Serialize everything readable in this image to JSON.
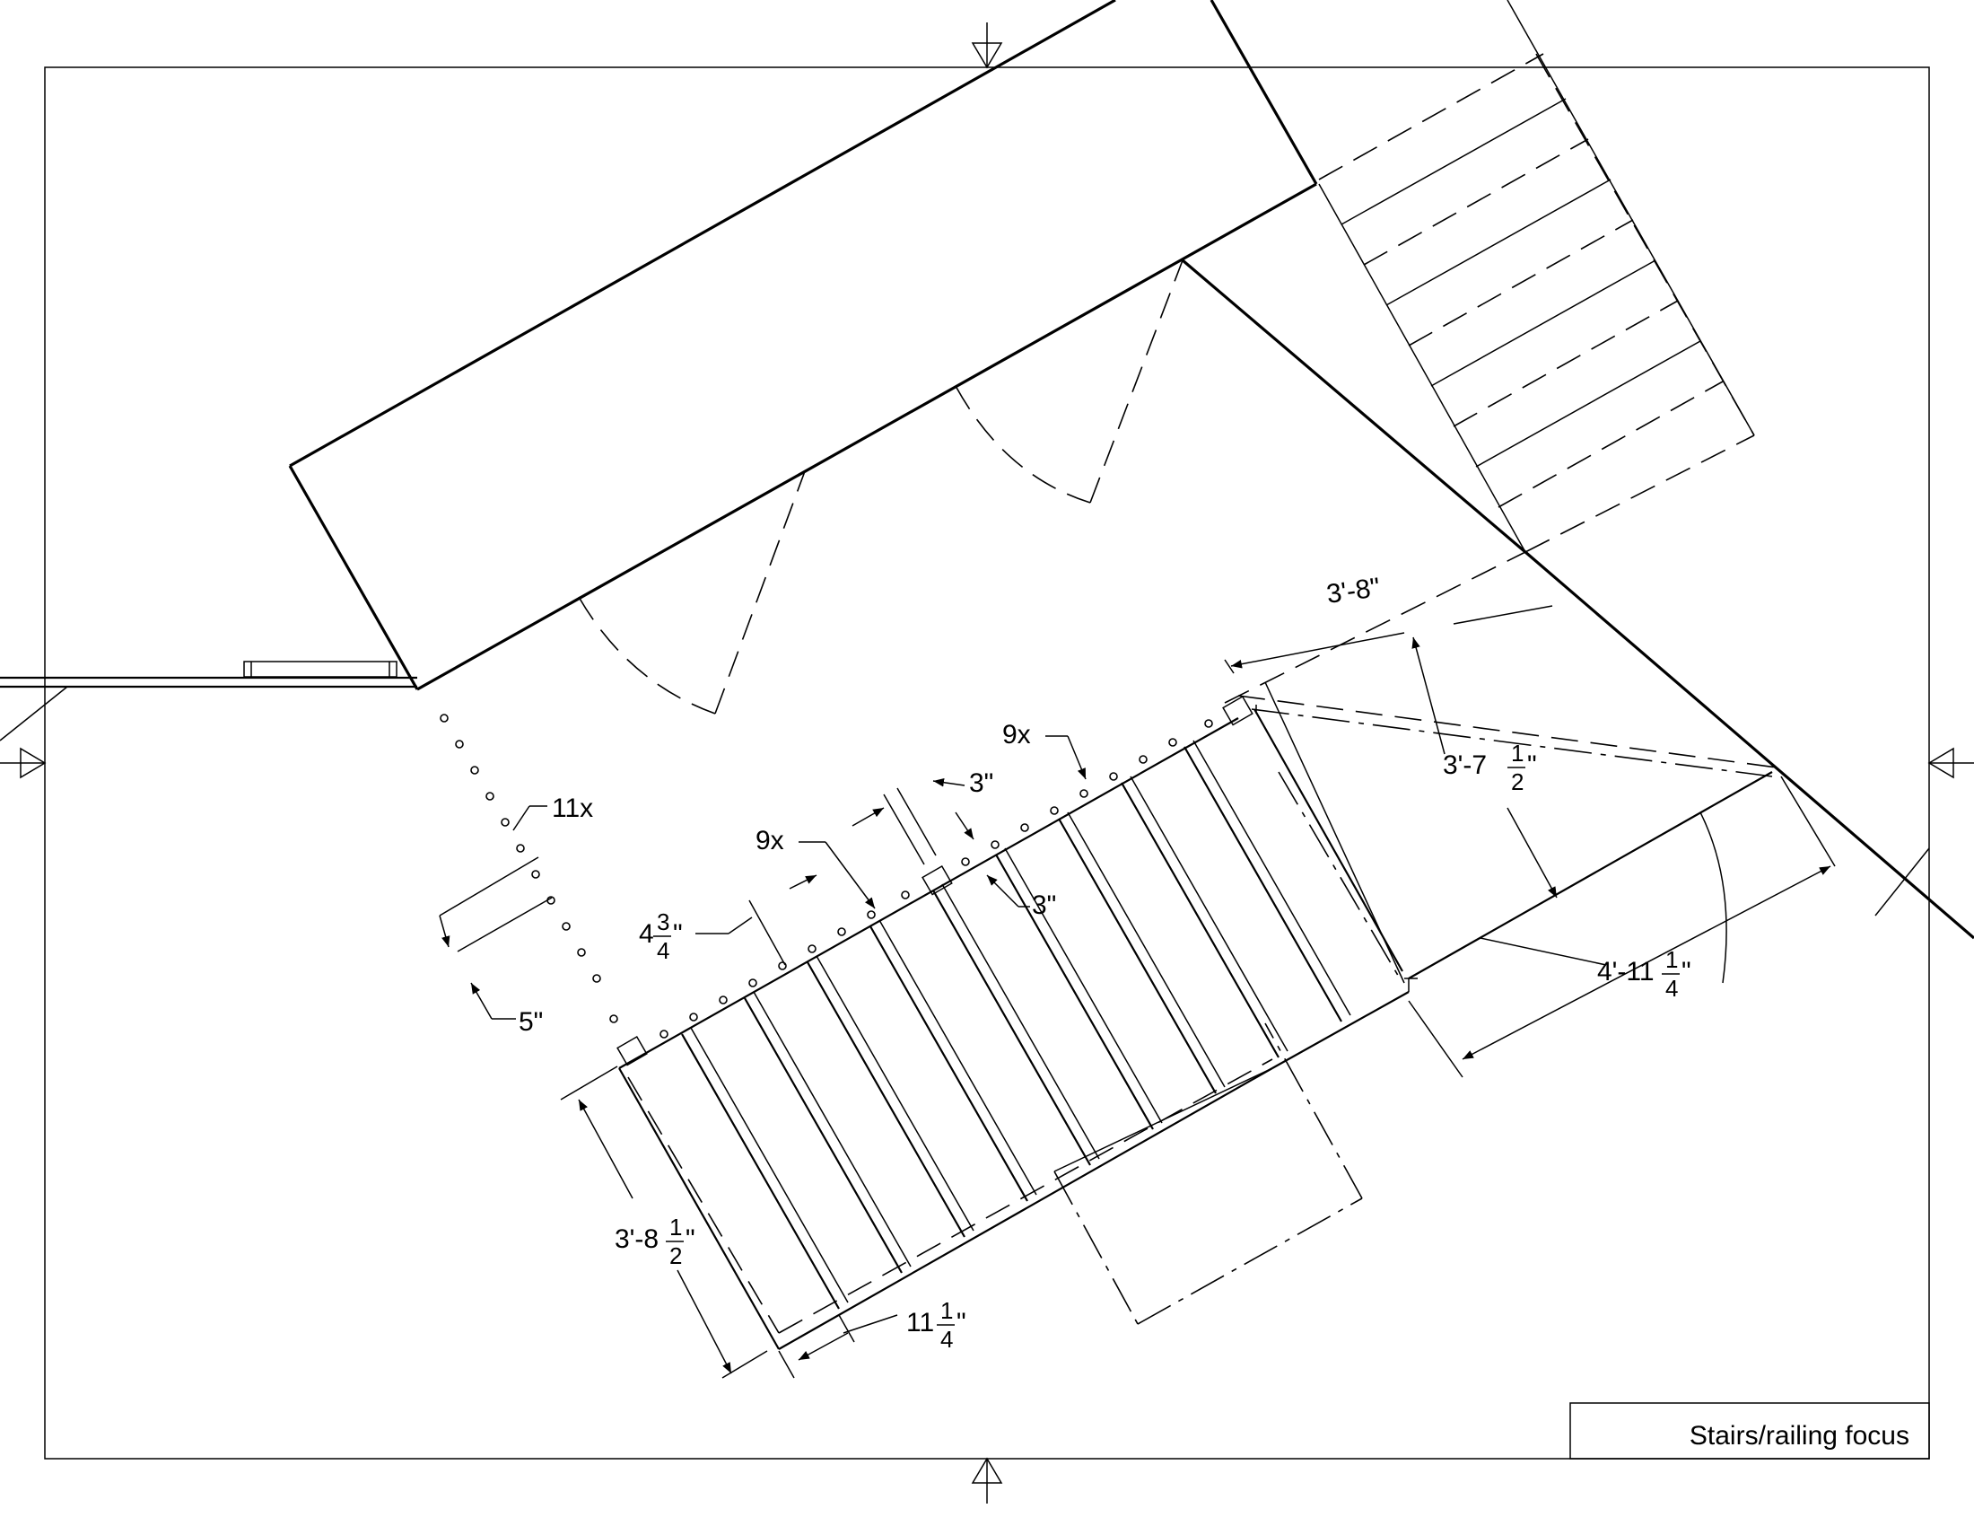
{
  "title_block": {
    "label": "Stairs/railing focus"
  },
  "dimensions": {
    "upper_width": "3'-8\"",
    "upper_depth": {
      "whole": "3'-7",
      "num": "1",
      "den": "2",
      "unit": "\""
    },
    "landing_run": {
      "whole": "4'-11",
      "num": "1",
      "den": "4",
      "unit": "\""
    },
    "stair_width": {
      "whole": "3'-8",
      "num": "1",
      "den": "2",
      "unit": "\""
    },
    "tread_depth": {
      "whole": "11",
      "num": "1",
      "den": "4",
      "unit": "\""
    },
    "baluster_spacing": {
      "whole": "4",
      "num": "3",
      "den": "4",
      "unit": "\""
    },
    "post_offset_5": "5\"",
    "post_size_a": "3\"",
    "post_size_b": "3\"",
    "count_side": "11x",
    "count_run": "9x",
    "count_upper": "9x"
  }
}
